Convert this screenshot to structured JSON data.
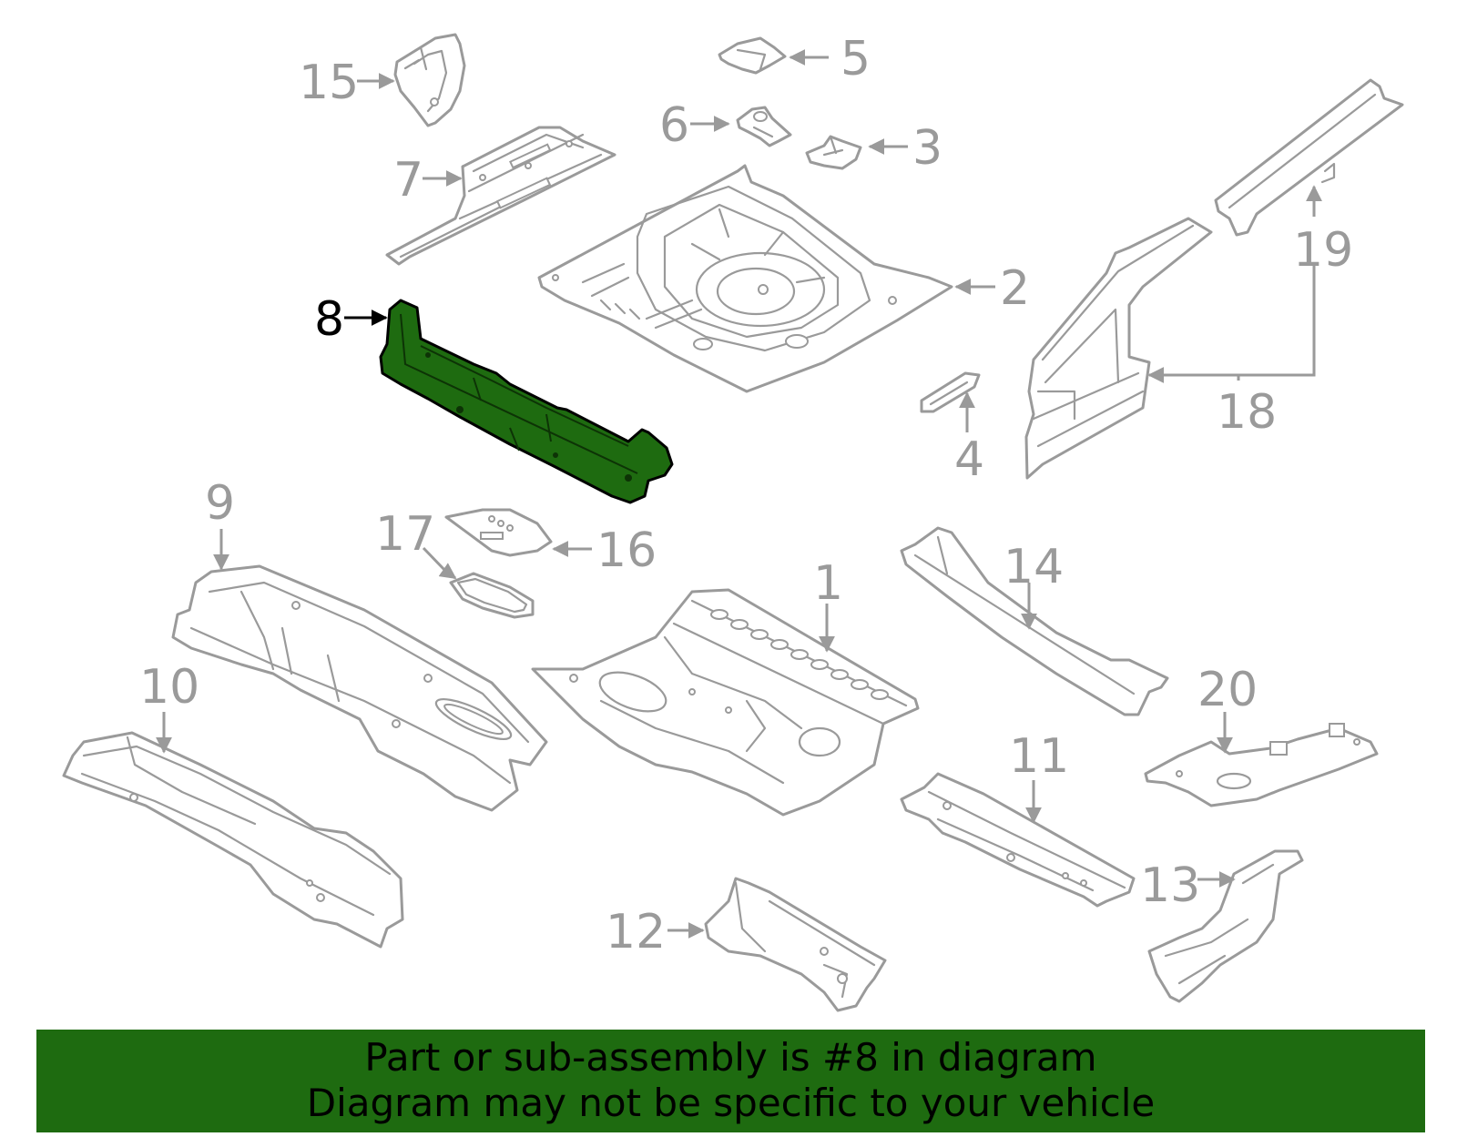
{
  "diagram": {
    "selected_part": "8",
    "highlight_color": "#1e6b10",
    "line_color": "#9a9a9a",
    "callouts": [
      "1",
      "2",
      "3",
      "4",
      "5",
      "6",
      "7",
      "8",
      "9",
      "10",
      "11",
      "12",
      "13",
      "14",
      "15",
      "16",
      "17",
      "18",
      "19",
      "20"
    ]
  },
  "banner": {
    "line1": "Part or sub-assembly is #8 in diagram",
    "line2": "Diagram may not be specific to your vehicle",
    "background": "#1e6b10"
  }
}
